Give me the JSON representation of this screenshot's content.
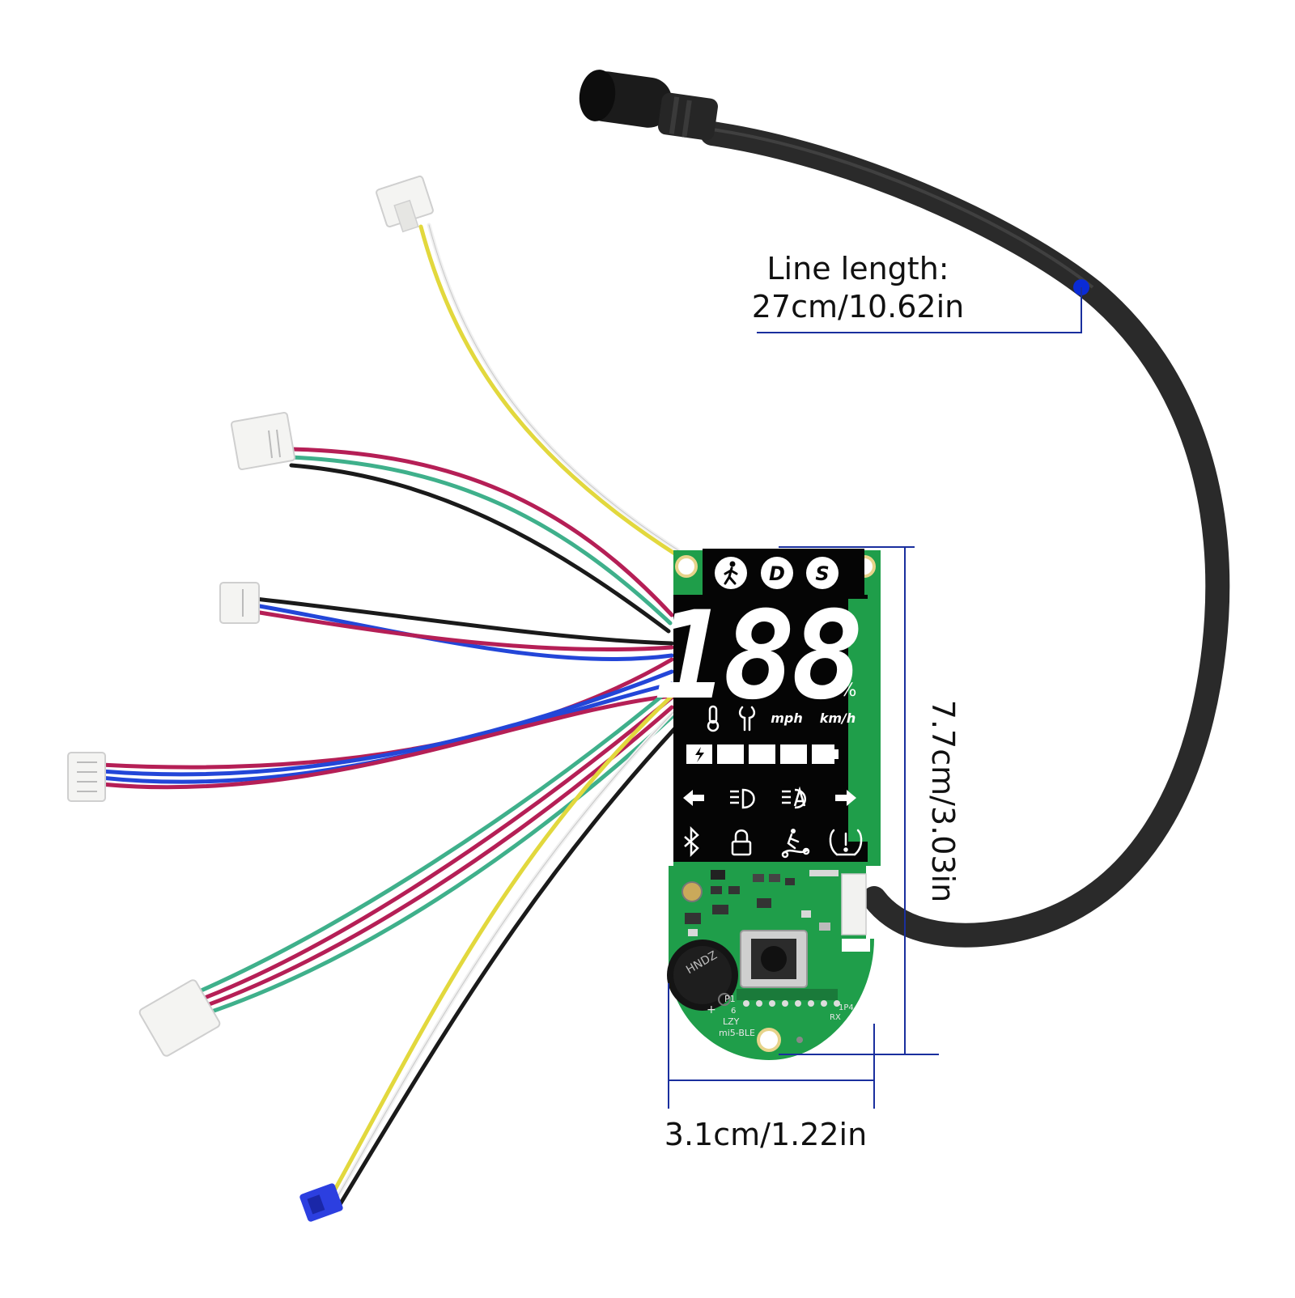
{
  "annotations": {
    "line_length_title": "Line length:",
    "line_length_value": "27cm/10.62in",
    "height": "7.7cm/3.03in",
    "width": "3.1cm/1.22in"
  },
  "display": {
    "mode_walk": "walk-icon",
    "mode_d": "D",
    "mode_s": "S",
    "digits": "188",
    "percent": "%",
    "unit_mph": "mph",
    "unit_kmh": "km/h",
    "battery_bars": 5
  },
  "pcb": {
    "label_lzy": "LZY",
    "label_model": "mi5-BLE",
    "label_p1": "P1",
    "label_6": "6",
    "label_1p4": "1P4",
    "label_rx": "RX",
    "label_plus": "+",
    "buzzer_text": "HNDZ"
  },
  "colors": {
    "cable": "#2a2a2a",
    "pcb_green": "#1f9e4a",
    "display_black": "#050505",
    "dimension_line": "#1a2f9e",
    "marker_dot": "#0a2bd6",
    "wire_red": "#b51f56",
    "wire_green": "#3fb08b",
    "wire_blue": "#2346d8",
    "wire_black": "#1a1a1a",
    "wire_yellow": "#e2d83d",
    "wire_white": "#f0f0f0",
    "connector_blue": "#2c3fe0"
  }
}
